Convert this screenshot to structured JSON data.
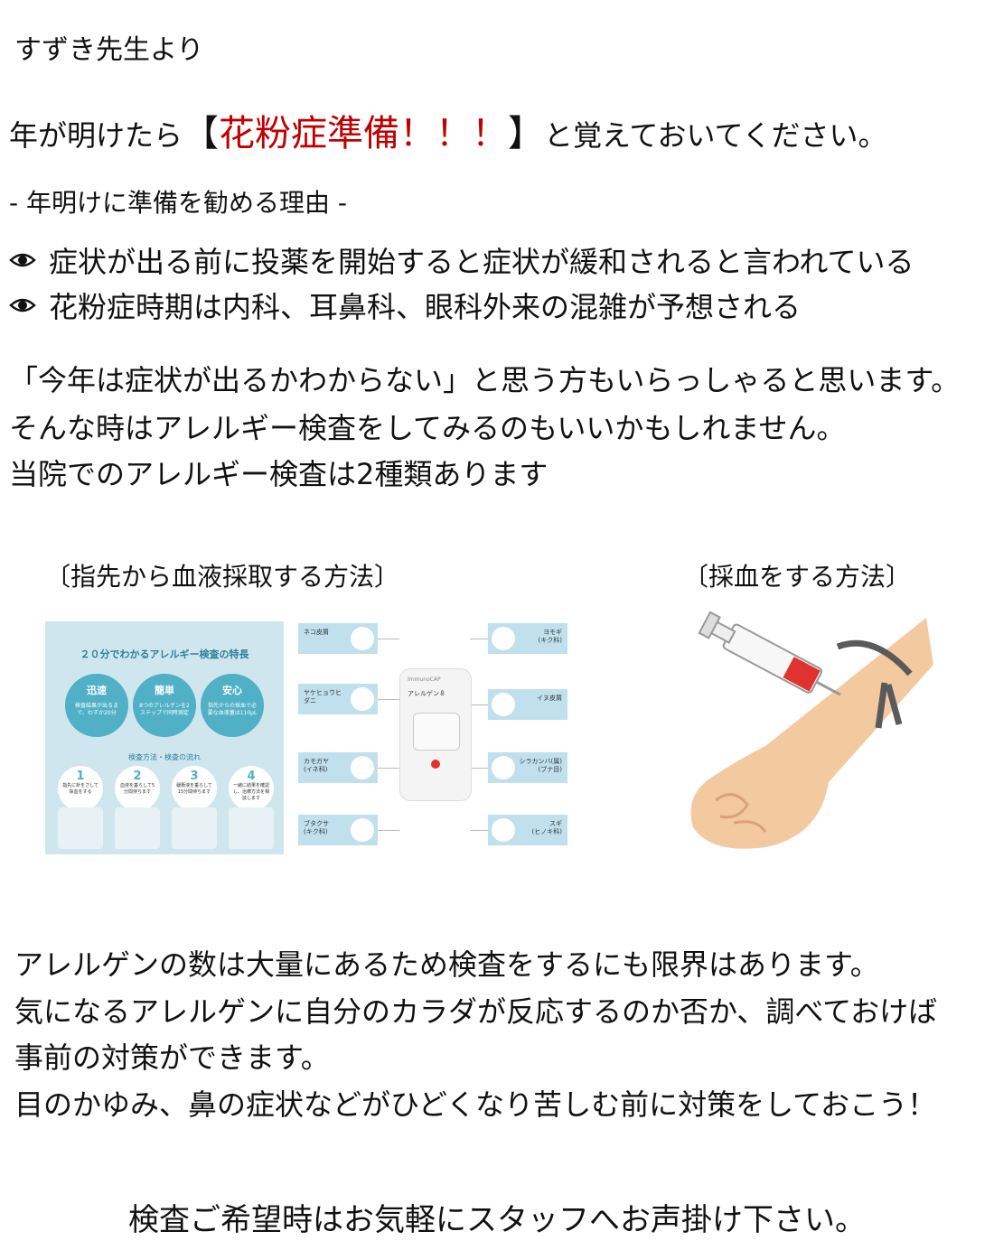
{
  "signature": "すずき先生より",
  "headline": {
    "before": "年が明けたら",
    "open_bracket": "【",
    "emphasis": "花粉症準備！！！",
    "close_bracket": "】",
    "after": "と覚えておいてください。"
  },
  "reasons": {
    "title": "- 年明けに準備を勧める理由 -",
    "bullet_icon": "eye-icon",
    "items": [
      "症状が出る前に投薬を開始すると症状が緩和されると言われている",
      "花粉症時期は内科、耳鼻科、眼科外来の混雑が予想される"
    ]
  },
  "intro": [
    "「今年は症状が出るかわからない」と思う方もいらっしゃると思います。",
    "そんな時はアレルギー検査をしてみるのもいいかもしれません。",
    "当院でのアレルギー検査は2種類あります"
  ],
  "methods": {
    "fingertip_caption": "〔指先から血液採取する方法〕",
    "blood_draw_caption": "〔採血をする方法〕"
  },
  "panel_features": {
    "title": "２０分でわかるアレルギー検査の特長",
    "features": [
      {
        "title": "迅速",
        "text": "検査結果が出るまで、わずか20分"
      },
      {
        "title": "簡単",
        "text": "8つのアレルゲンを2ステップで同時測定"
      },
      {
        "title": "安心",
        "text": "指先からの採血で必要な血液量は110μL"
      }
    ],
    "flow_label": "検査方法・検査の流れ",
    "steps": [
      {
        "num": "1",
        "text": "指先に針をさして採血をする"
      },
      {
        "num": "2",
        "text": "血液を垂らして5分間待ちます"
      },
      {
        "num": "3",
        "text": "緩衝液を垂らして15分間待ちます"
      },
      {
        "num": "4",
        "text": "一緒に結果を確認し、治療方法を相談します"
      }
    ]
  },
  "panel_allergens": {
    "device_brand": "ImmunoCAP",
    "device_name": "アレルゲン８",
    "left": [
      {
        "name": "ネコ皮屑",
        "sub": ""
      },
      {
        "name": "ヤケヒョウヒ",
        "sub": "ダニ"
      },
      {
        "name": "カモガヤ",
        "sub": "(イネ科)"
      },
      {
        "name": "ブタクサ",
        "sub": "(キク科)"
      }
    ],
    "right": [
      {
        "name": "ヨモギ",
        "sub": "(キク科)"
      },
      {
        "name": "イヌ皮屑",
        "sub": ""
      },
      {
        "name": "シラカンバ(属)",
        "sub": "(ブナ目)"
      },
      {
        "name": "スギ",
        "sub": "(ヒノキ科)"
      }
    ]
  },
  "closing": [
    "アレルゲンの数は大量にあるため検査をするにも限界はあります。",
    "気になるアレルゲンに自分のカラダが反応するのか否か、調べておけば",
    "事前の対策ができます。",
    "目のかゆみ、鼻の症状などがひどくなり苦しむ前に対策をしておこう！"
  ],
  "footer": "検査ご希望時はお気軽にスタッフへお声掛け下さい。",
  "colors": {
    "emphasis_red": "#c00000",
    "panel_blue": "#cfe6ee",
    "feature_circle": "#4fb0c6",
    "arm_skin": "#f3c9a0",
    "blood": "#e0322e"
  }
}
